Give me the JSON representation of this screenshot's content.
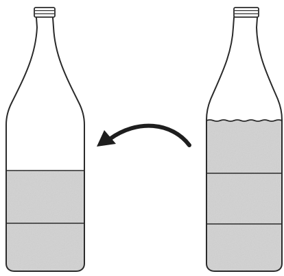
{
  "diagram": {
    "left_bottle": {
      "filled_parts": 2,
      "total_parts": 4,
      "fill_fraction": 0.5
    },
    "right_bottle": {
      "filled_parts": 3,
      "total_parts": 4,
      "fill_fraction": 0.75
    },
    "arrow": {
      "from": "right-bottle",
      "to": "left-bottle"
    },
    "colors": {
      "outline": "#2a2a2a",
      "liquid": "#d2d2d2",
      "background": "#ffffff"
    }
  }
}
